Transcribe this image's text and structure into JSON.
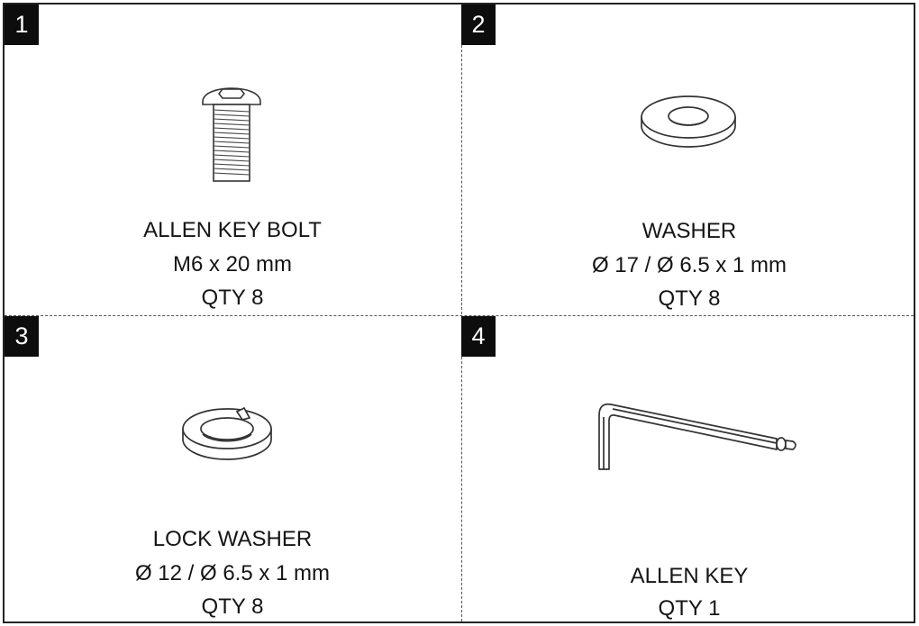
{
  "parts": [
    {
      "number": "1",
      "name": "ALLEN KEY BOLT",
      "spec": "M6 x 20 mm",
      "qty": "QTY 8",
      "icon": "allen-key-bolt-icon"
    },
    {
      "number": "2",
      "name": "WASHER",
      "spec": "Ø 17 / Ø 6.5 x 1 mm",
      "qty": "QTY 8",
      "icon": "washer-icon"
    },
    {
      "number": "3",
      "name": "LOCK WASHER",
      "spec": "Ø 12 / Ø 6.5 x 1 mm",
      "qty": "QTY 8",
      "icon": "lock-washer-icon"
    },
    {
      "number": "4",
      "name": "ALLEN KEY",
      "qty": "QTY 1",
      "icon": "allen-key-icon"
    }
  ]
}
